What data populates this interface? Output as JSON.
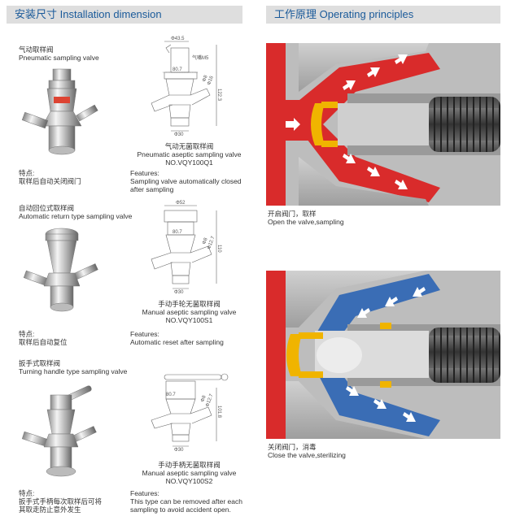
{
  "headers": {
    "install": "安装尺寸 Installation dimension",
    "operating": "工作原理 Operating principles"
  },
  "valves": [
    {
      "name_cn": "气动取样阀",
      "name_en": "Pneumatic sampling valve",
      "drawing_title_cn": "气动无菌取样阀",
      "drawing_title_en": "Pneumatic aseptic sampling valve",
      "model": "NO.VQY100Q1",
      "feature_cn_label": "特点:",
      "feature_cn": "取样后自动关闭阀门",
      "feature_en_label": "Features:",
      "feature_en": [
        "Sampling valve automatically closed",
        "after sampling"
      ],
      "dims": {
        "top": "Φ43.5",
        "port": "气嘴M5",
        "width": "80.7",
        "height": "122.3",
        "bottom": "Φ30",
        "side1": "Φ8",
        "side2": "Φ16"
      }
    },
    {
      "name_cn": "自动回位式取样阀",
      "name_en": "Automatic return type sampling valve",
      "drawing_title_cn": "手动手轮无菌取样阀",
      "drawing_title_en": "Manual aseptic sampling valve",
      "model": "NO.VQY100S1",
      "feature_cn_label": "特点:",
      "feature_cn": "取样后自动复位",
      "feature_en_label": "Features:",
      "feature_en": [
        "Automatic reset after sampling"
      ],
      "dims": {
        "top": "Φ52",
        "width": "80.7",
        "height": "110",
        "bottom": "Φ30",
        "side1": "Φ8",
        "side2": "Φ12.7"
      }
    },
    {
      "name_cn": "扳手式取样阀",
      "name_en": "Turning handle type sampling valve",
      "drawing_title_cn": "手动手柄无菌取样阀",
      "drawing_title_en": "Manual aseptic sampling valve",
      "model": "NO.VQY100S2",
      "feature_cn_label": "特点:",
      "feature_cn": [
        "扳手式手柄每次取样后可将",
        "其取走防止意外发生"
      ],
      "feature_en_label": "Features:",
      "feature_en": [
        "This type can be removed after each",
        "sampling to avoid accident open."
      ],
      "dims": {
        "width": "80.7",
        "height": "101.8",
        "bottom": "Φ30",
        "side1": "Φ8",
        "side2": "Φ12.7"
      }
    }
  ],
  "operating": [
    {
      "caption_cn": "开启阀门，取样",
      "caption_en": "Open the valve,sampling"
    },
    {
      "caption_cn": "关闭阀门，消毒",
      "caption_en": "Close the valve,sterilizing"
    }
  ],
  "colors": {
    "red": "#d92b2b",
    "blue": "#3a6db5",
    "gold": "#f0b400",
    "header_text": "#1a5a9a",
    "header_bg": "#dedede"
  }
}
